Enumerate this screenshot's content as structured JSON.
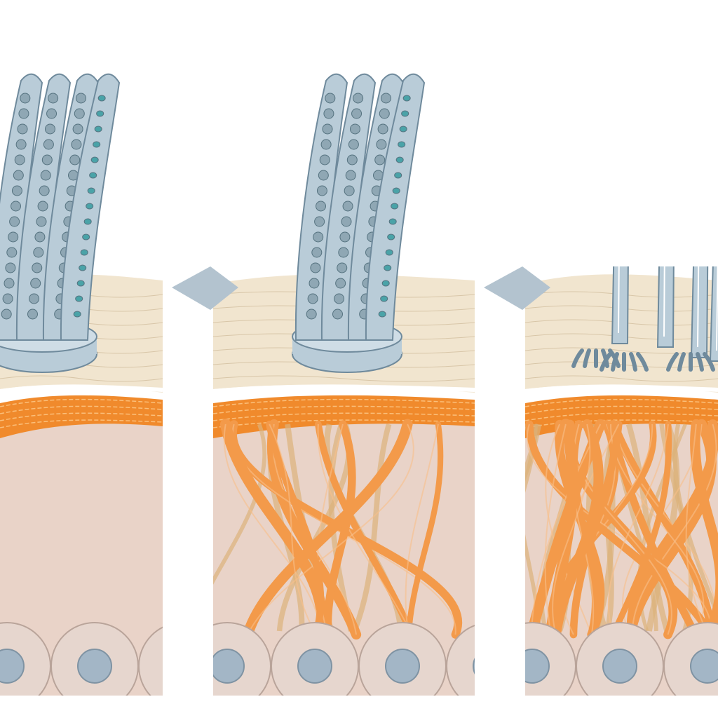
{
  "colors": {
    "background": "#ffffff",
    "epidermis": "#f1e5cf",
    "epidermis_line": "#d8c6a8",
    "collagen_band": "#f08a2c",
    "dermis": "#e9d3c8",
    "fiber_orange": "#f39a4a",
    "fiber_tan": "#dcb27a",
    "cell": "#e6d6ce",
    "cell_outline": "#b9a49a",
    "nucleus": "#a3b6c6",
    "needle": "#b9ccd8",
    "needle_outline": "#6f8a9c",
    "needle_dot": "#4aa3a8",
    "arrow": "#b3c3cf"
  },
  "panels": [
    {
      "stage": "intact-microneedle",
      "fiber_density": 0
    },
    {
      "stage": "inserted-microneedle",
      "fiber_density": 0.5
    },
    {
      "stage": "dissolved-microneedle",
      "fiber_density": 1
    }
  ]
}
